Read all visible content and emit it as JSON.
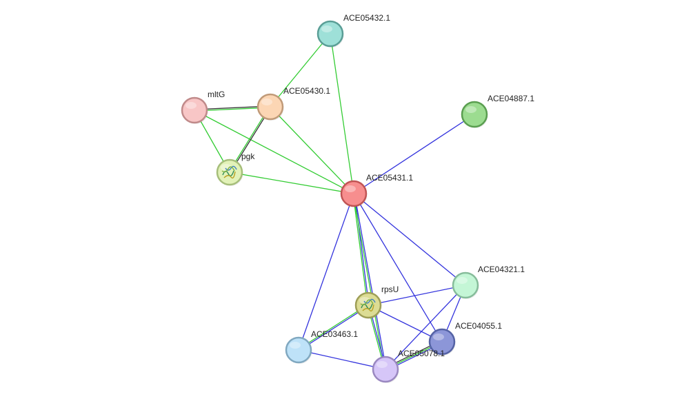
{
  "network": {
    "nodes": [
      {
        "id": "ACE05432.1",
        "label": "ACE05432.1",
        "fill": "#9ee0d8",
        "stroke": "#5a9e96",
        "icon": "none"
      },
      {
        "id": "ACE05430.1",
        "label": "ACE05430.1",
        "fill": "#fcd6b4",
        "stroke": "#c09a78",
        "icon": "none"
      },
      {
        "id": "mltG",
        "label": "mltG",
        "fill": "#f8c6c6",
        "stroke": "#c08a8a",
        "icon": "none"
      },
      {
        "id": "ACE04887.1",
        "label": "ACE04887.1",
        "fill": "#9cdc90",
        "stroke": "#5a9e50",
        "icon": "none"
      },
      {
        "id": "pgk",
        "label": "pgk",
        "fill": "#e2f2b8",
        "stroke": "#a6be7a",
        "icon": "protein-structure-icon"
      },
      {
        "id": "ACE05431.1",
        "label": "ACE05431.1",
        "fill": "#f78e8e",
        "stroke": "#c05454",
        "icon": "none"
      },
      {
        "id": "ACE04321.1",
        "label": "ACE04321.1",
        "fill": "#c4f6d6",
        "stroke": "#86bc9a",
        "icon": "none"
      },
      {
        "id": "rpsU",
        "label": "rpsU",
        "fill": "#dcdc94",
        "stroke": "#9e9e56",
        "icon": "protein-structure-icon"
      },
      {
        "id": "ACE04055.1",
        "label": "ACE04055.1",
        "fill": "#8c96d8",
        "stroke": "#5462a4",
        "icon": "none"
      },
      {
        "id": "ACE03463.1",
        "label": "ACE03463.1",
        "fill": "#bee2f8",
        "stroke": "#80a8c0",
        "icon": "none"
      },
      {
        "id": "ACE05078.1",
        "label": "ACE05078.1",
        "fill": "#d6c6f8",
        "stroke": "#9a88c0",
        "icon": "none"
      }
    ],
    "edges": [
      {
        "source": "ACE05432.1",
        "target": "ACE05430.1",
        "colors": [
          "#33cc33"
        ]
      },
      {
        "source": "ACE05432.1",
        "target": "ACE05431.1",
        "colors": [
          "#33cc33"
        ]
      },
      {
        "source": "mltG",
        "target": "ACE05430.1",
        "colors": [
          "#333333",
          "#33cc33"
        ]
      },
      {
        "source": "mltG",
        "target": "pgk",
        "colors": [
          "#33cc33"
        ]
      },
      {
        "source": "mltG",
        "target": "ACE05431.1",
        "colors": [
          "#33cc33"
        ]
      },
      {
        "source": "ACE05430.1",
        "target": "pgk",
        "colors": [
          "#333333",
          "#33cc33"
        ]
      },
      {
        "source": "ACE05430.1",
        "target": "ACE05431.1",
        "colors": [
          "#33cc33"
        ]
      },
      {
        "source": "pgk",
        "target": "ACE05431.1",
        "colors": [
          "#33cc33"
        ]
      },
      {
        "source": "ACE04887.1",
        "target": "ACE05431.1",
        "colors": [
          "#3333dd"
        ]
      },
      {
        "source": "ACE05431.1",
        "target": "rpsU",
        "colors": [
          "#3333dd",
          "#33cc33"
        ]
      },
      {
        "source": "ACE05431.1",
        "target": "ACE05078.1",
        "colors": [
          "#3333dd",
          "#33cc33"
        ]
      },
      {
        "source": "ACE05431.1",
        "target": "ACE03463.1",
        "colors": [
          "#3333dd"
        ]
      },
      {
        "source": "ACE05431.1",
        "target": "ACE04321.1",
        "colors": [
          "#3333dd"
        ]
      },
      {
        "source": "ACE05431.1",
        "target": "ACE04055.1",
        "colors": [
          "#3333dd"
        ]
      },
      {
        "source": "rpsU",
        "target": "ACE04321.1",
        "colors": [
          "#3333dd"
        ]
      },
      {
        "source": "rpsU",
        "target": "ACE03463.1",
        "colors": [
          "#3333dd",
          "#33cc33"
        ]
      },
      {
        "source": "rpsU",
        "target": "ACE05078.1",
        "colors": [
          "#3333dd",
          "#33cc33"
        ]
      },
      {
        "source": "rpsU",
        "target": "ACE04055.1",
        "colors": [
          "#3333dd"
        ]
      },
      {
        "source": "ACE04321.1",
        "target": "ACE04055.1",
        "colors": [
          "#3333dd"
        ]
      },
      {
        "source": "ACE04321.1",
        "target": "ACE05078.1",
        "colors": [
          "#3333dd"
        ]
      },
      {
        "source": "ACE03463.1",
        "target": "ACE05078.1",
        "colors": [
          "#3333dd"
        ]
      },
      {
        "source": "ACE04055.1",
        "target": "ACE05078.1",
        "colors": [
          "#3333dd",
          "#33cc33",
          "#333333"
        ]
      }
    ]
  }
}
